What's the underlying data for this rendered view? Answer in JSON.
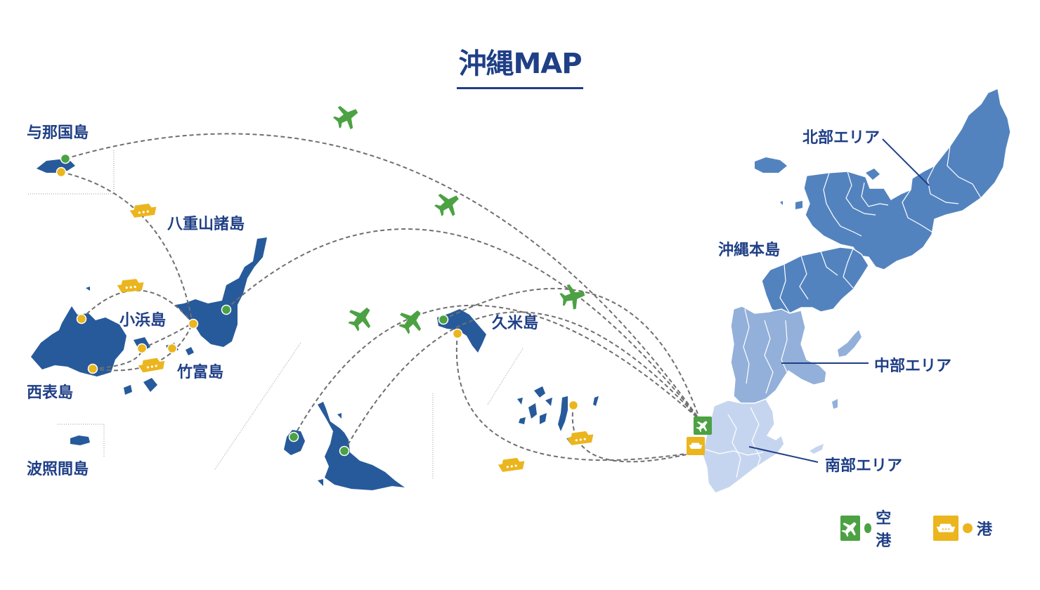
{
  "title": "沖縄MAP",
  "labels": {
    "yonaguni": "与那国島",
    "yaeyama": "八重山諸島",
    "kohama": "小浜島",
    "taketomi": "竹富島",
    "iriomote": "西表島",
    "hateruma": "波照間島",
    "kume": "久米島",
    "okinawa_main": "沖縄本島",
    "north": "北部エリア",
    "central": "中部エリア",
    "south": "南部エリア"
  },
  "legend": {
    "airport": "空港",
    "port": "港"
  },
  "colors": {
    "island": "#275a9b",
    "north_area": "#5383bf",
    "central_area": "#93b0da",
    "south_area": "#c6d5ef",
    "airport": "#4ca143",
    "port": "#ebb51e",
    "route": "#6f6f6f",
    "text": "#1f3f86"
  },
  "icons": {
    "airport": "airplane-icon",
    "port": "ship-icon"
  }
}
